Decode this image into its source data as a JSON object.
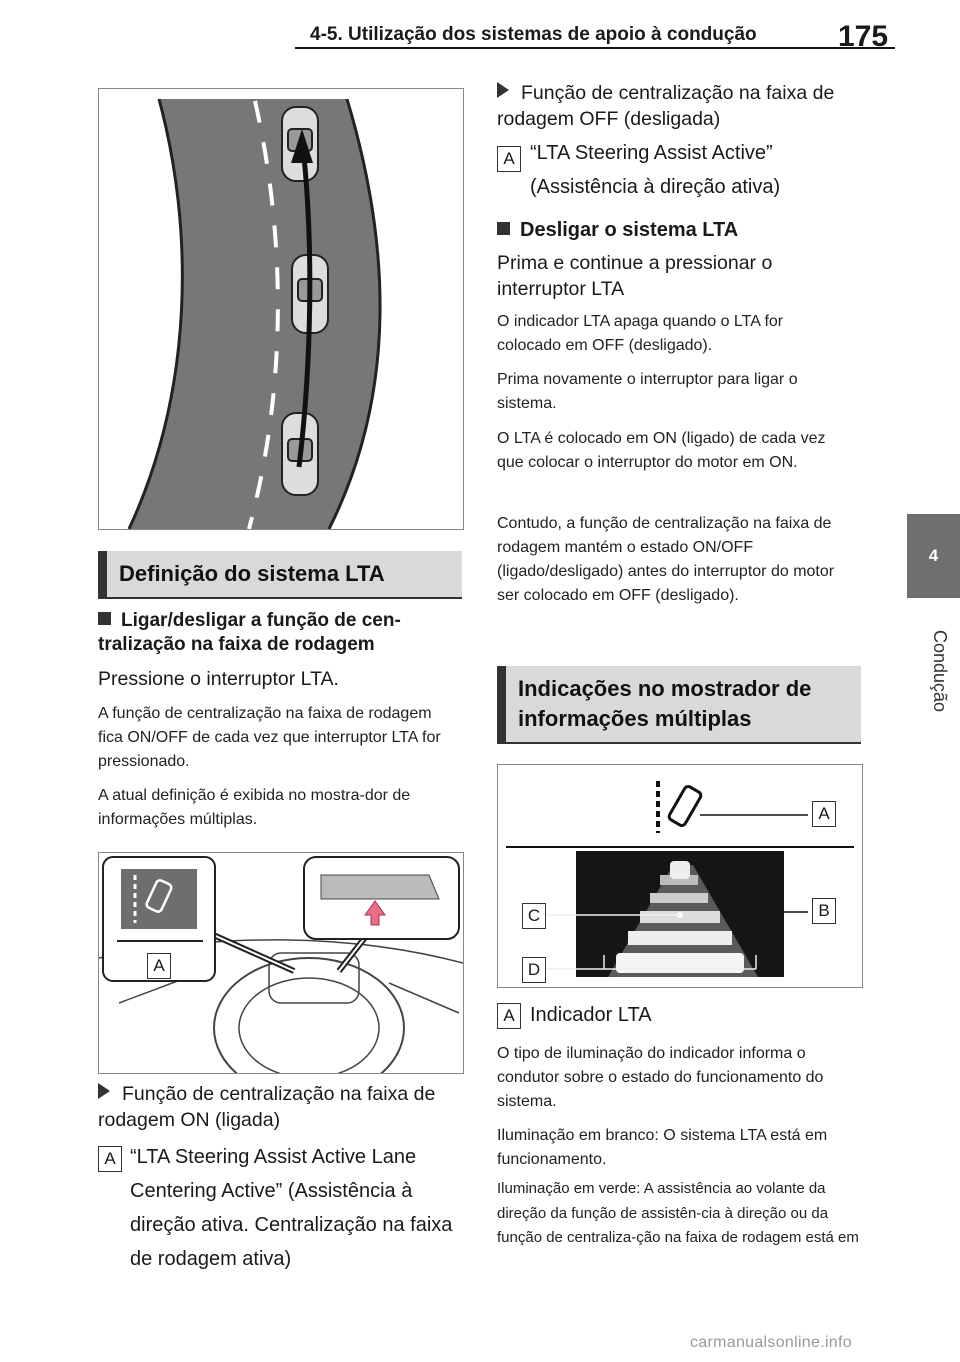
{
  "header": {
    "title": "4-5. Utilização dos sistemas de apoio à condução",
    "page_number": "175",
    "chapter_number": "4",
    "chapter_label": "Condução"
  },
  "left_column": {
    "section1_title": "Definição do sistema LTA",
    "subsection1_heading": "Ligar/desligar a função de cen-tralização na faixa de rodagem",
    "subsection1_lead": "Pressione o interruptor LTA.",
    "subsection1_para1": "A função de centralização na faixa de rodagem fica ON/OFF de cada vez que interruptor LTA for pressionado.",
    "subsection1_para2": "A atual definição é exibida no mostra-dor de informações múltiplas.",
    "figure2_label": "A",
    "bullet_on": "Função de centralização na faixa de rodagem ON (ligada)",
    "marker_a1": "A",
    "on_text": "“LTA Steering Assist Active Lane Centering Active” (Assistência à direção ativa. Centralização na faixa de rodagem ativa)"
  },
  "right_column": {
    "bullet_off": "Função de centralização na faixa de rodagem OFF (desligada)",
    "marker_a2": "A",
    "off_text_1": "“LTA Steering Assist Active”",
    "off_text_2": "(Assistência à direção ativa)",
    "subsection2_heading": "Desligar o sistema LTA",
    "subsection2_lead": "Prima e continue a pressionar o interruptor LTA",
    "para1": "O indicador LTA apaga quando o LTA for colocado em OFF (desligado).",
    "para2": "Prima novamente o interruptor para ligar o sistema.",
    "para3": "O LTA é colocado em ON (ligado) de cada vez que colocar o interruptor do motor em ON.",
    "para4": "Contudo, a função de centralização na faixa de rodagem mantém o estado ON/OFF (ligado/desligado) antes do interruptor do motor ser colocado em OFF (desligado).",
    "section2_title": "Indicações no mostrador de informações múltiplas",
    "fig3_labels": {
      "a": "A",
      "b": "B",
      "c": "C",
      "d": "D"
    },
    "marker_a3": "A",
    "indicator_label": "Indicador LTA",
    "para5": "O tipo de iluminação do indicador informa o condutor sobre o estado do funcionamento do sistema.",
    "para6": "Iluminação em branco: O sistema LTA está em funcionamento.",
    "para7": "Iluminação em verde: A assistência ao volante da direção da função de assistên-cia à direção ou da função de centraliza-ção na faixa de rodagem está em"
  },
  "footer": {
    "watermark": "carmanualsonline.info"
  }
}
